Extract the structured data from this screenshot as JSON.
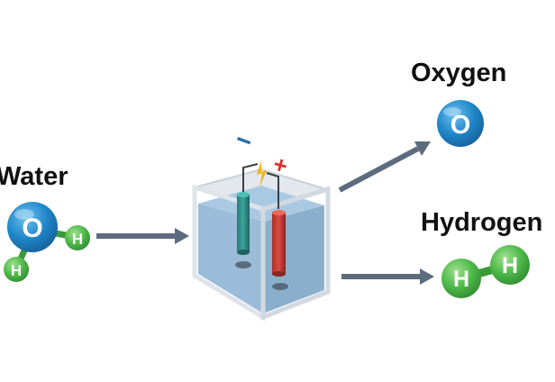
{
  "labels": {
    "water": "Water",
    "oxygen": "Oxygen",
    "hydrogen": "Hydrogen"
  },
  "atoms": {
    "oxygen_symbol": "O",
    "hydrogen_symbol": "H"
  },
  "electrode_signs": {
    "negative": "−",
    "positive": "+"
  },
  "colors": {
    "oxygen": "#1f86c8",
    "hydrogen": "#4cb848",
    "arrow": "#5d6b7e",
    "water": "#8cb3d3",
    "cathode": "#2e8e86",
    "anode": "#c83d35",
    "positive_sign": "#d8322c",
    "negative_sign": "#2a6ea8"
  }
}
